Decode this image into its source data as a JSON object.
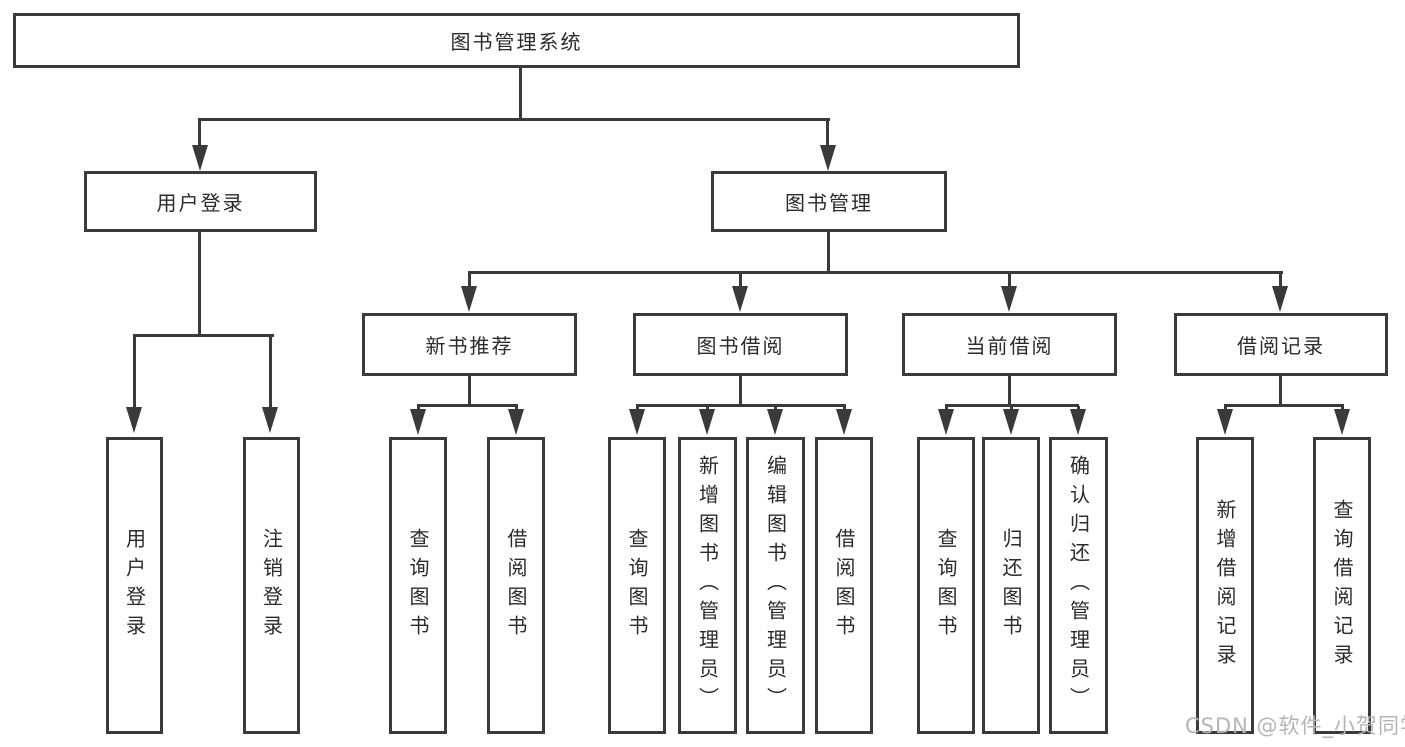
{
  "colors": {
    "line": "#3a3a3a",
    "text": "#2b2b2b",
    "watermark": "#b5b5b5",
    "bg": "#ffffff"
  },
  "tree": {
    "root": {
      "label": "图书管理系统",
      "children": [
        {
          "label": "用户登录",
          "children": [
            {
              "label": "用户登录"
            },
            {
              "label": "注销登录"
            }
          ]
        },
        {
          "label": "图书管理",
          "children": [
            {
              "label": "新书推荐",
              "children": [
                {
                  "label": "查询图书"
                },
                {
                  "label": "借阅图书"
                }
              ]
            },
            {
              "label": "图书借阅",
              "children": [
                {
                  "label": "查询图书"
                },
                {
                  "label": "新增图书（管理员）"
                },
                {
                  "label": "编辑图书（管理员）"
                },
                {
                  "label": "借阅图书"
                }
              ]
            },
            {
              "label": "当前借阅",
              "children": [
                {
                  "label": "查询图书"
                },
                {
                  "label": "归还图书"
                },
                {
                  "label": "确认归还（管理员）"
                }
              ]
            },
            {
              "label": "借阅记录",
              "children": [
                {
                  "label": "新增借阅记录"
                },
                {
                  "label": "查询借阅记录"
                }
              ]
            }
          ]
        }
      ]
    }
  },
  "watermark": {
    "text": "CSDN @软件_小贺同学"
  }
}
